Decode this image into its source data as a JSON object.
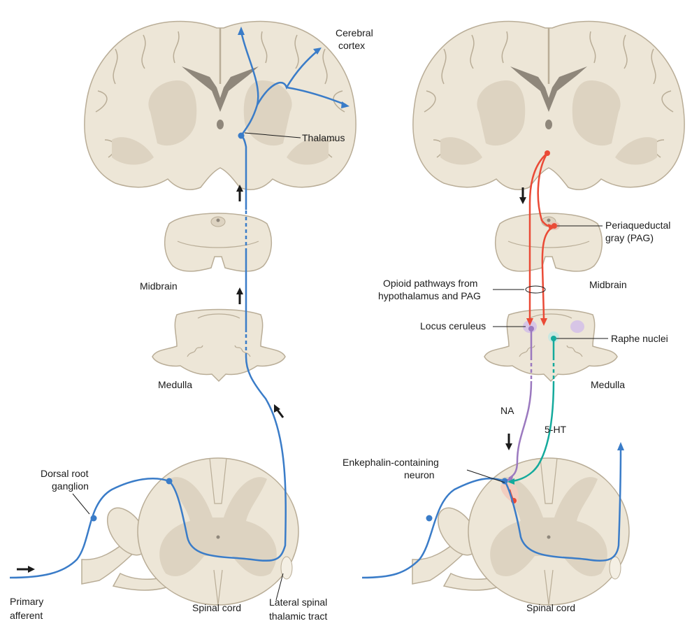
{
  "colors": {
    "tissue": "#ede6d7",
    "tissue_outline": "#b9ad97",
    "gray_matter": "#ddd3c1",
    "ventricle": "#8f877b",
    "ascending_pathway": "#3a7cc8",
    "opioid_pathway": "#ea4a36",
    "noradrenergic_pathway": "#9b79bf",
    "serotonergic_pathway": "#14aa9c",
    "arrow": "#1a1a1a"
  },
  "left_panel": {
    "labels": {
      "cerebral_cortex": [
        "Cerebral",
        "cortex"
      ],
      "thalamus": "Thalamus",
      "midbrain": "Midbrain",
      "medulla": "Medulla",
      "dorsal_root_ganglion": [
        "Dorsal root",
        "ganglion"
      ],
      "primary_afferent": [
        "Primary",
        "afferent"
      ],
      "spinal_cord": "Spinal cord",
      "lateral_spinothalamic_tract": [
        "Lateral spinal",
        "thalamic tract"
      ]
    }
  },
  "right_panel": {
    "labels": {
      "pag": [
        "Periaqueductal",
        "gray (PAG)"
      ],
      "midbrain": "Midbrain",
      "opioid_pathways": [
        "Opioid pathways from",
        "hypothalamus and PAG"
      ],
      "locus_ceruleus": "Locus ceruleus",
      "raphe_nuclei": "Raphe nuclei",
      "medulla": "Medulla",
      "na": "NA",
      "five_ht": "5-HT",
      "enkephalin_neuron": [
        "Enkephalin-containing",
        "neuron"
      ],
      "spinal_cord": "Spinal cord"
    }
  }
}
